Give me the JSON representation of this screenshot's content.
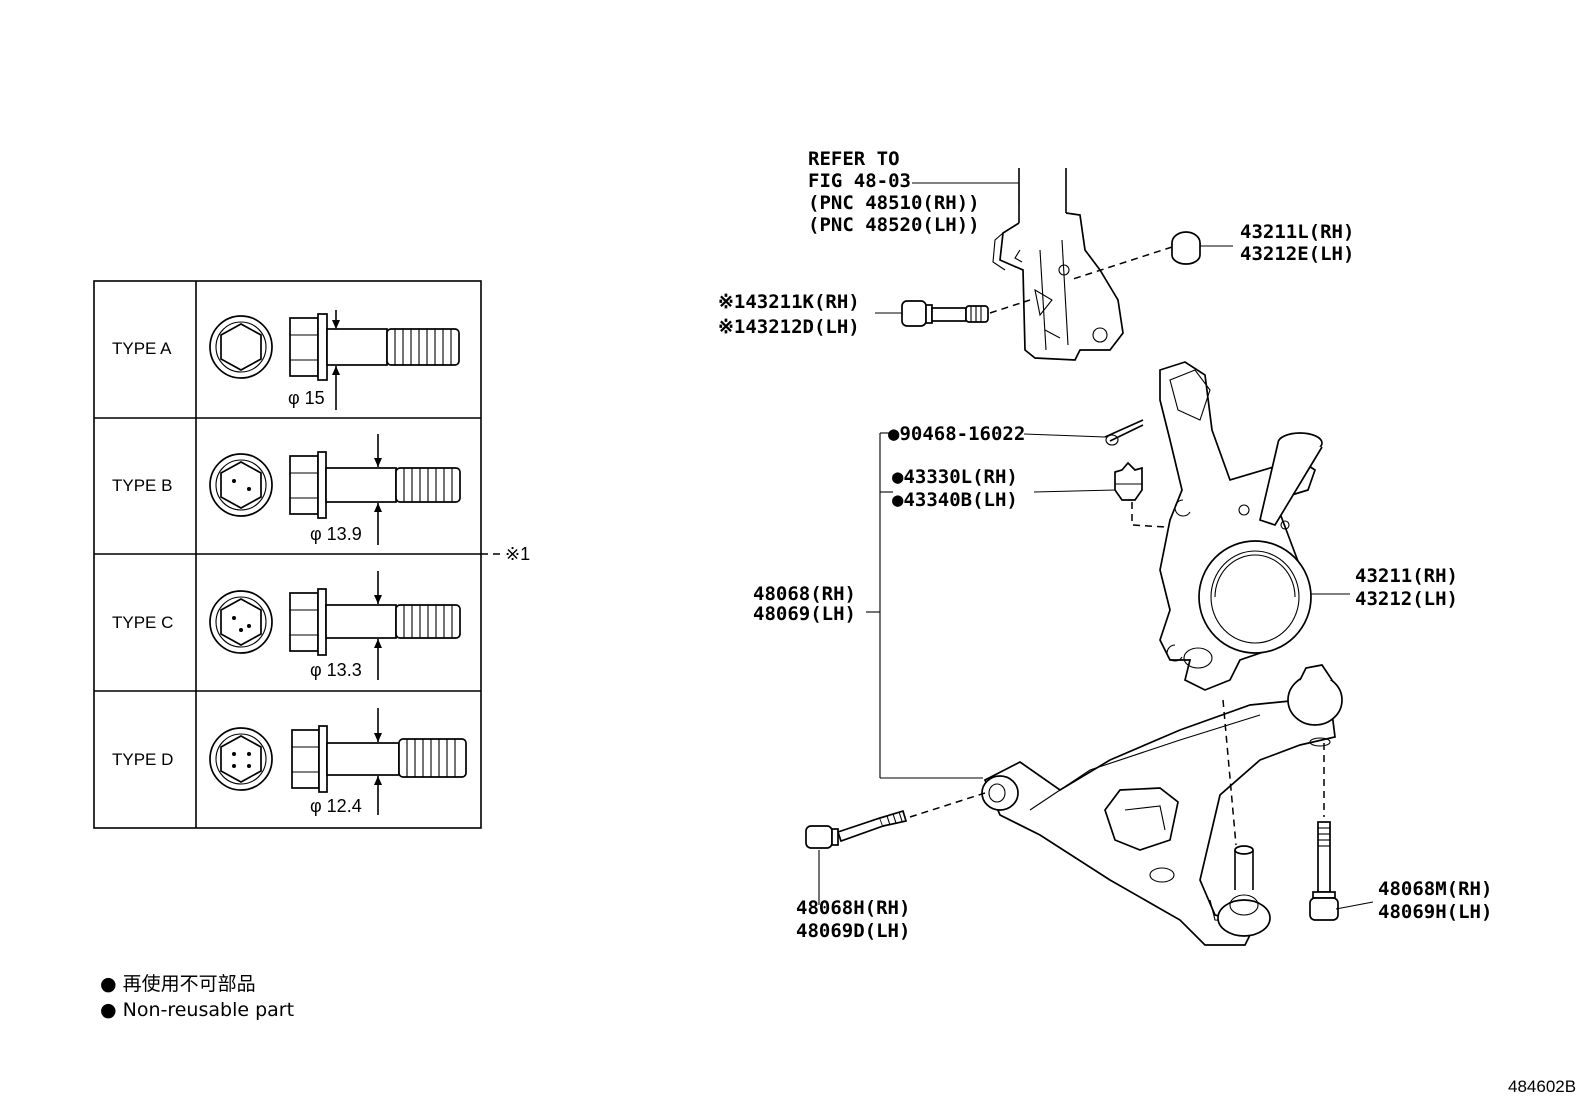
{
  "bolt_table": {
    "rows": [
      {
        "type": "TYPE A",
        "diameter": "φ 15"
      },
      {
        "type": "TYPE B",
        "diameter": "φ 13.9"
      },
      {
        "type": "TYPE C",
        "diameter": "φ 13.3"
      },
      {
        "type": "TYPE D",
        "diameter": "φ 12.4"
      }
    ],
    "group_note": "※1"
  },
  "callouts": {
    "refer": [
      "REFER TO",
      "FIG 48-03",
      "(PNC 48510(RH))",
      "(PNC 48520(LH))"
    ],
    "strut_nut": [
      "43211L(RH)",
      "43212E(LH)"
    ],
    "strut_bolt": [
      "※143211K(RH)",
      "※143212D(LH)"
    ],
    "cotter_pin": "●90468-16022",
    "castle_nut": [
      "●43330L(RH)",
      "●43340B(LH)"
    ],
    "arm_assy": [
      "48068(RH)",
      "48069(LH)"
    ],
    "knuckle": [
      "43211(RH)",
      "43212(LH)"
    ],
    "front_bolt": [
      "48068H(RH)",
      "48069D(LH)"
    ],
    "rear_bolt": [
      "48068M(RH)",
      "48069H(LH)"
    ]
  },
  "legend": [
    "● 再使用不可部品",
    "● Non-reusable part"
  ],
  "figure_id": "484602B"
}
